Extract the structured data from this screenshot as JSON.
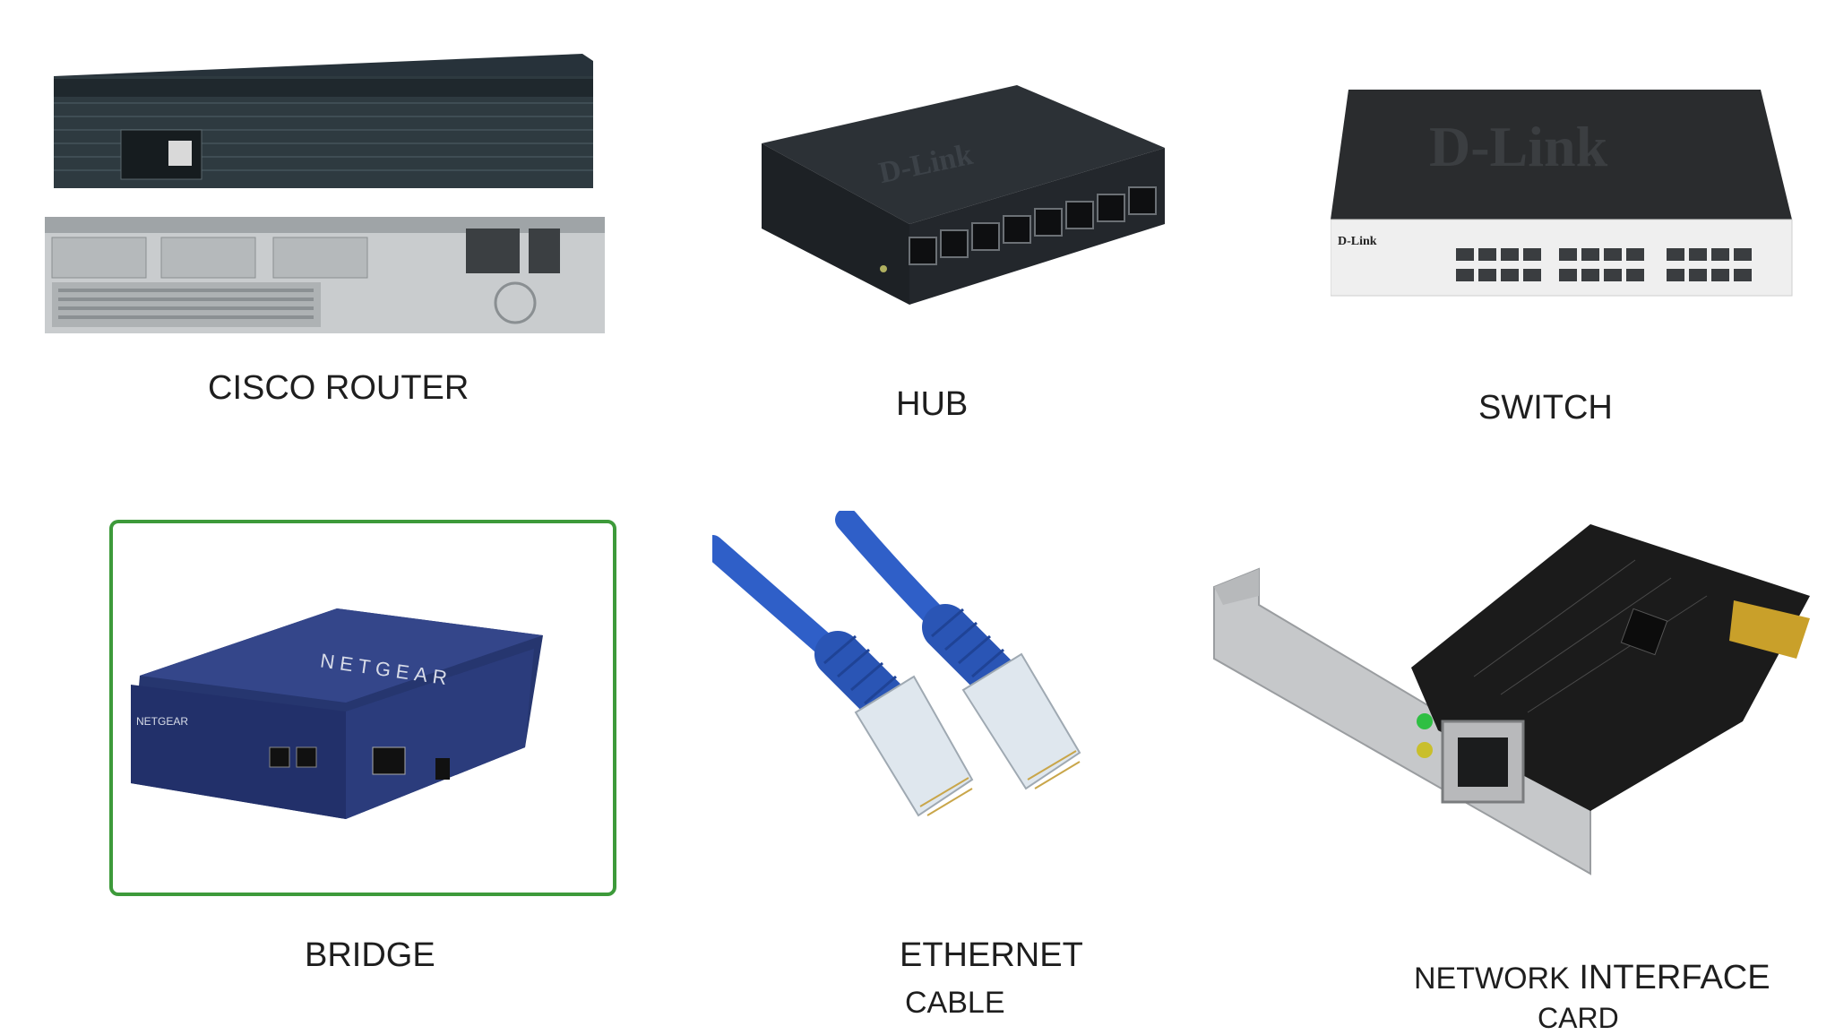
{
  "devices": [
    {
      "id": "router",
      "label": "CISCO ROUTER",
      "brand": "cisco"
    },
    {
      "id": "hub",
      "label": "HUB",
      "brand": "D-Link"
    },
    {
      "id": "switch",
      "label": "SWITCH",
      "brand": "D-Link"
    },
    {
      "id": "bridge",
      "label": "BRIDGE",
      "brand": "NETGEAR"
    },
    {
      "id": "cable",
      "label_line1": "ETHERNET",
      "label_line2": "CABLE"
    },
    {
      "id": "nic",
      "label_part1": "NETWORK",
      "label_part2": " INTERFACE",
      "label_line2": "CARD"
    }
  ],
  "colors": {
    "bridge_frame": "#3d9a3a",
    "cable": "#2f5fc8",
    "router": "#2b353a",
    "hub": "#2a2e33",
    "nic_board": "#1b1b1b"
  }
}
